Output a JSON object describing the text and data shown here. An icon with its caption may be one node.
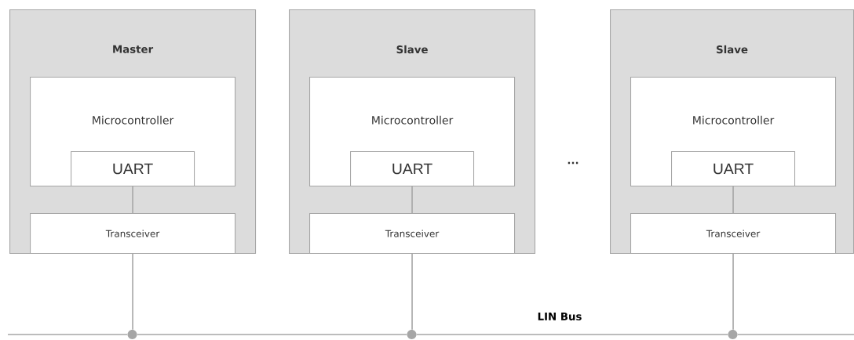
{
  "diagram": {
    "nodes": [
      {
        "text": [
          "Master"
        ]
      },
      {
        "text": [
          "Microcontroller"
        ],
        "in": 0
      },
      {
        "text": [
          "UART"
        ],
        "in": 1
      },
      {
        "text": [
          "Transceiver"
        ],
        "in": 0
      },
      {
        "text": [
          "Slave"
        ]
      },
      {
        "text": [
          "Microcontroller"
        ],
        "in": 4
      },
      {
        "text": [
          "UART"
        ],
        "in": 5
      },
      {
        "text": [
          "Transceiver"
        ],
        "in": 4
      },
      {
        "text": [
          "Slave"
        ]
      },
      {
        "text": [
          "Microcontroller"
        ],
        "in": 8
      },
      {
        "text": [
          "UART"
        ],
        "in": 9
      },
      {
        "text": [
          "Transceiver"
        ],
        "in": 8
      },
      {
        "text": [],
        "shape": "circle"
      },
      {
        "text": [],
        "shape": "circle"
      },
      {
        "text": [],
        "shape": "circle"
      }
    ],
    "edges": [
      {
        "from": 2,
        "to": 3,
        "arrow": "none"
      },
      {
        "from": 3,
        "to": 12,
        "arrow": "none"
      },
      {
        "from": 6,
        "to": 7,
        "arrow": "none"
      },
      {
        "from": 7,
        "to": 13,
        "arrow": "none"
      },
      {
        "from": 10,
        "to": 11,
        "arrow": "none"
      },
      {
        "from": 11,
        "to": 14,
        "arrow": "none"
      },
      {
        "from": null,
        "to": 12,
        "arrow": "none"
      },
      {
        "from": 12,
        "to": 13,
        "arrow": "none"
      },
      {
        "from": 13,
        "to": 14,
        "arrow": "none"
      },
      {
        "from": 14,
        "to": null,
        "arrow": "none"
      }
    ],
    "labels": [
      "...",
      "LIN Bus"
    ]
  }
}
